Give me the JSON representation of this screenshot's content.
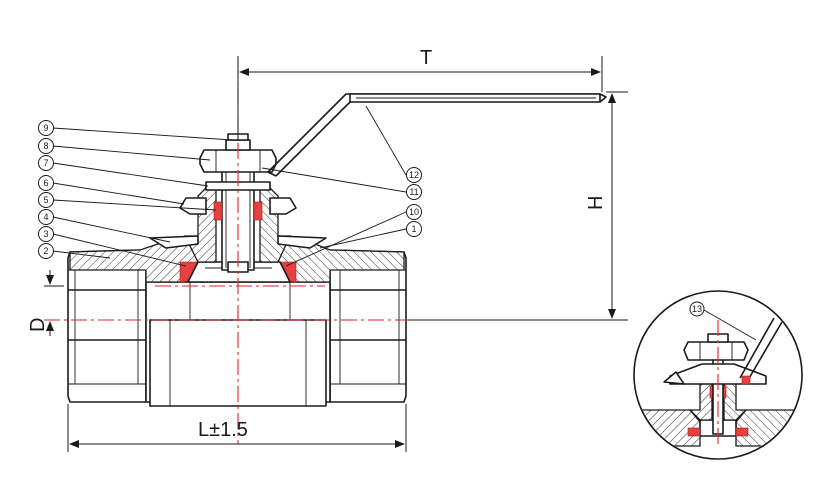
{
  "dimensions": {
    "top_length": "T",
    "height": "H",
    "bore": "D",
    "length": "L±1.5"
  },
  "balloons": {
    "b1": "1",
    "b2": "2",
    "b3": "3",
    "b4": "4",
    "b5": "5",
    "b6": "6",
    "b7": "7",
    "b8": "8",
    "b9": "9",
    "b10": "10",
    "b11": "11",
    "b12": "12",
    "b13": "13"
  },
  "colors": {
    "outline": "#1a1a1a",
    "centerline": "#e0222a",
    "seal": "#e64040"
  }
}
